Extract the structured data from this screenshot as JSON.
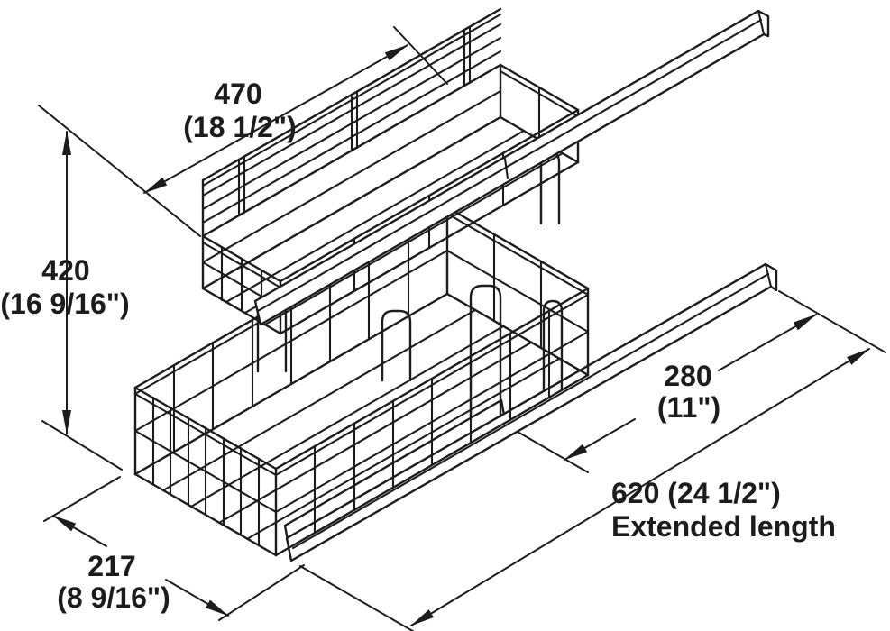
{
  "diagram": {
    "subject": "two-tier pull-out wire basket with extension runners, isometric dimension drawing",
    "colors": {
      "line": "#1c1c1c",
      "background": "#ffffff"
    },
    "dims": {
      "length": {
        "metric": "470",
        "imperial": "(18 1/2\")"
      },
      "height": {
        "metric": "420",
        "imperial": "(16 9/16\")"
      },
      "runner": {
        "metric": "280",
        "imperial": "(11\")"
      },
      "depth": {
        "metric": "217",
        "imperial": "(8 9/16\")"
      },
      "extended": {
        "metric": "620 (24 1/2\")",
        "caption": "Extended length"
      }
    }
  }
}
